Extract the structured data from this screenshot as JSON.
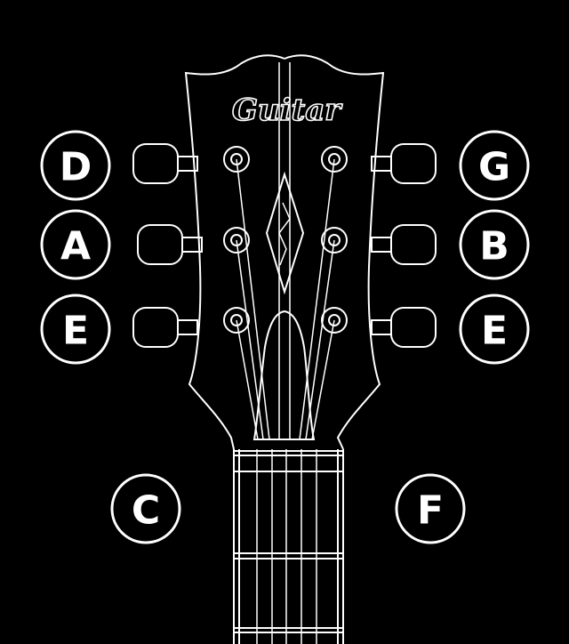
{
  "headstock": {
    "logo_text": "Guitar"
  },
  "notes": {
    "left": [
      "D",
      "A",
      "E"
    ],
    "right": [
      "G",
      "B",
      "E"
    ],
    "bottom_left": "C",
    "bottom_right": "F"
  },
  "colors": {
    "background": "#000000",
    "line": "#ffffff"
  }
}
